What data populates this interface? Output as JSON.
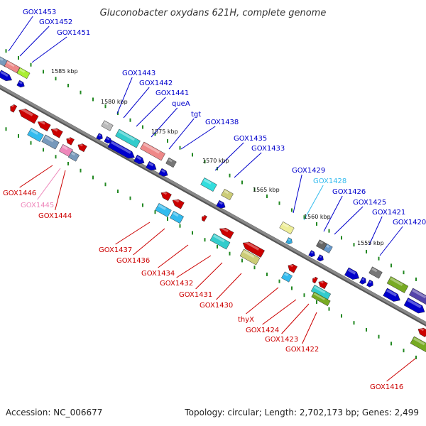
{
  "title": "Gluconobacter oxydans 621H, complete genome",
  "accession": "Accession: NC_006677",
  "topology": "Topology: circular; Length: 2,702,173 bp; Genes: 2,499",
  "kbp_ticks": [
    "1585 kbp",
    "1580 kbp",
    "1575 kbp",
    "1570 kbp",
    "1565 kbp",
    "1560 kbp",
    "1555 kbp"
  ],
  "top_labels": [
    "GOX1453",
    "GOX1452",
    "GOX1451",
    "GOX1443",
    "GOX1442",
    "GOX1441",
    "queA",
    "tgt",
    "GOX1438",
    "GOX1435",
    "GOX1433",
    "GOX1429",
    "GOX1428",
    "GOX1426",
    "GOX1425",
    "GOX1421",
    "GOX1420"
  ],
  "bottom_labels": [
    "GOX1446",
    "GOX1445",
    "GOX1444",
    "GOX1437",
    "GOX1436",
    "GOX1434",
    "GOX1432",
    "GOX1431",
    "GOX1430",
    "thyX",
    "GOX1424",
    "GOX1423",
    "GOX1422",
    "GOX1416"
  ],
  "colors": {
    "forward": "#0000cc",
    "reverse": "#cc0000",
    "highlight_top": "#33aadd",
    "highlight_bottom": "#ee88bb",
    "backbone": "#888888",
    "tick": "#228822"
  }
}
